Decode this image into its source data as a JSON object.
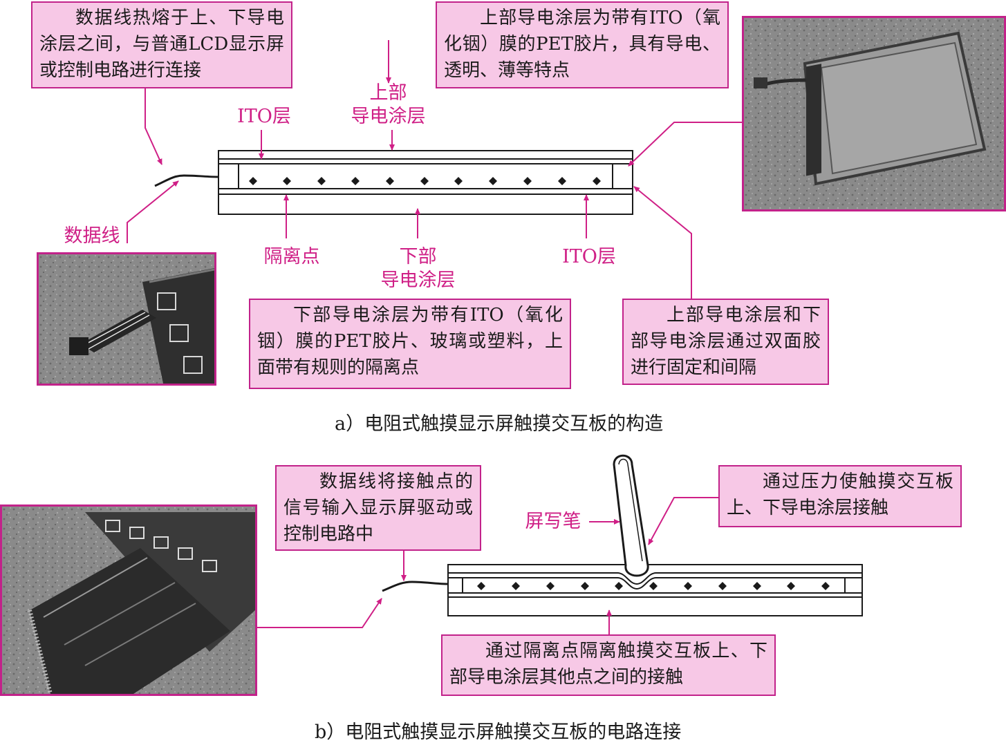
{
  "panel_a": {
    "caption": "a）电阻式触摸显示屏触摸交互板的构造",
    "labels": {
      "ito_top": "ITO层",
      "upper_layer": "上部\n导电涂层",
      "data_line": "数据线",
      "spacer": "隔离点",
      "lower_layer": "下部\n导电涂层",
      "ito_bottom": "ITO层"
    },
    "notes": {
      "data_line_note": "数据线热熔于上、下导电涂层之间，与普通LCD显示屏或控制电路进行连接",
      "upper_note": "上部导电涂层为带有ITO（氧化铟）膜的PET胶片，具有导电、透明、薄等特点",
      "lower_note": "下部导电涂层为带有ITO（氧化铟）膜的PET胶片、玻璃或塑料，上面带有规则的隔离点",
      "tape_note": "上部导电涂层和下部导电涂层通过双面胶进行固定和间隔"
    }
  },
  "panel_b": {
    "caption": "b）电阻式触摸显示屏触摸交互板的电路连接",
    "labels": {
      "stylus": "屏写笔"
    },
    "notes": {
      "signal_note": "数据线将接触点的信号输入显示屏驱动或控制电路中",
      "pressure_note": "通过压力使触摸交互板上、下导电涂层接触",
      "spacer_note": "通过隔离点隔离触摸交互板上、下部导电涂层其他点之间的接触"
    }
  },
  "colors": {
    "accent": "#cf1f86",
    "box_fill": "#f7c8e6",
    "box_border": "#c2228a",
    "line": "#1a1a1a"
  }
}
